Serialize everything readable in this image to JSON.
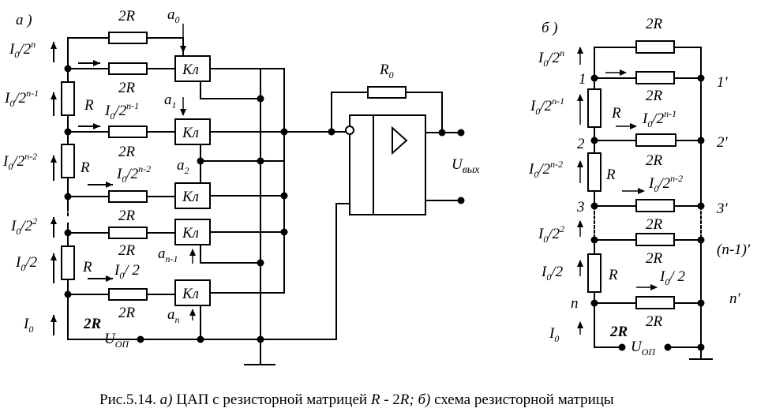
{
  "panel_a": {
    "label": "а )",
    "r2": "2R",
    "r": "R",
    "r0": "R",
    "r0_sub": "0",
    "switch": "Кл",
    "a_letter": "a",
    "a0_sub": "0",
    "a1_sub": "1",
    "a2_sub": "2",
    "an1_sub": "n-1",
    "an_sub": "n",
    "i_letter": "I",
    "i_sub": "0",
    "div2": "/2",
    "div2_sp": "/ 2",
    "exp_n": "n",
    "exp_n1": "n-1",
    "exp_n2": "n-2",
    "exp_2": "2",
    "uop_letter": "U",
    "uop_sub": "ОП",
    "uout_letter": "U",
    "uout_sub": "вых",
    "bold_2r": "2R"
  },
  "panel_b": {
    "label": "б )",
    "node_1": "1",
    "node_2": "2",
    "node_3": "3",
    "node_n": "n",
    "node_1p": "1'",
    "node_2p": "2'",
    "node_3p": "3'",
    "node_n1p": "(n-1)'",
    "node_np": "n'"
  },
  "caption": {
    "prefix": "Рис.5.14. ",
    "a_mark": "а)",
    "a_text": " ЦАП с резисторной матрицей ",
    "a_formula": "R",
    "a_formula_rest": " - 2",
    "a_formula_r": "R;",
    "b_mark": " б)",
    "b_text": " схема резисторной матрицы"
  }
}
